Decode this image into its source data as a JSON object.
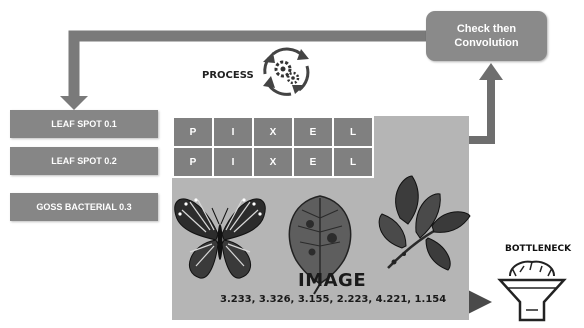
{
  "check_box": {
    "line1": "Check then",
    "line2": "Convolution"
  },
  "process": {
    "label": "PROCESS",
    "icon": "gears-cycle-icon"
  },
  "leaf_labels": [
    {
      "label": "LEAF SPOT 0.1"
    },
    {
      "label": "LEAF SPOT 0.2"
    },
    {
      "label": "GOSS BACTERIAL 0.3"
    }
  ],
  "pixel_rows": [
    [
      "P",
      "I",
      "X",
      "E",
      "L"
    ],
    [
      "P",
      "I",
      "X",
      "E",
      "L"
    ]
  ],
  "image": {
    "label": "IMAGE",
    "values": "3.233, 3.326, 3.155, 2.223, 4.221, 1.154"
  },
  "bottleneck": {
    "label": "BOTTLENECK",
    "icon": "funnel-icon"
  },
  "colors": {
    "box_gray": "#868686",
    "panel_gray": "#b5b5b5",
    "arrow_gray": "#767676",
    "dark_arrow": "#4a4a4a"
  }
}
